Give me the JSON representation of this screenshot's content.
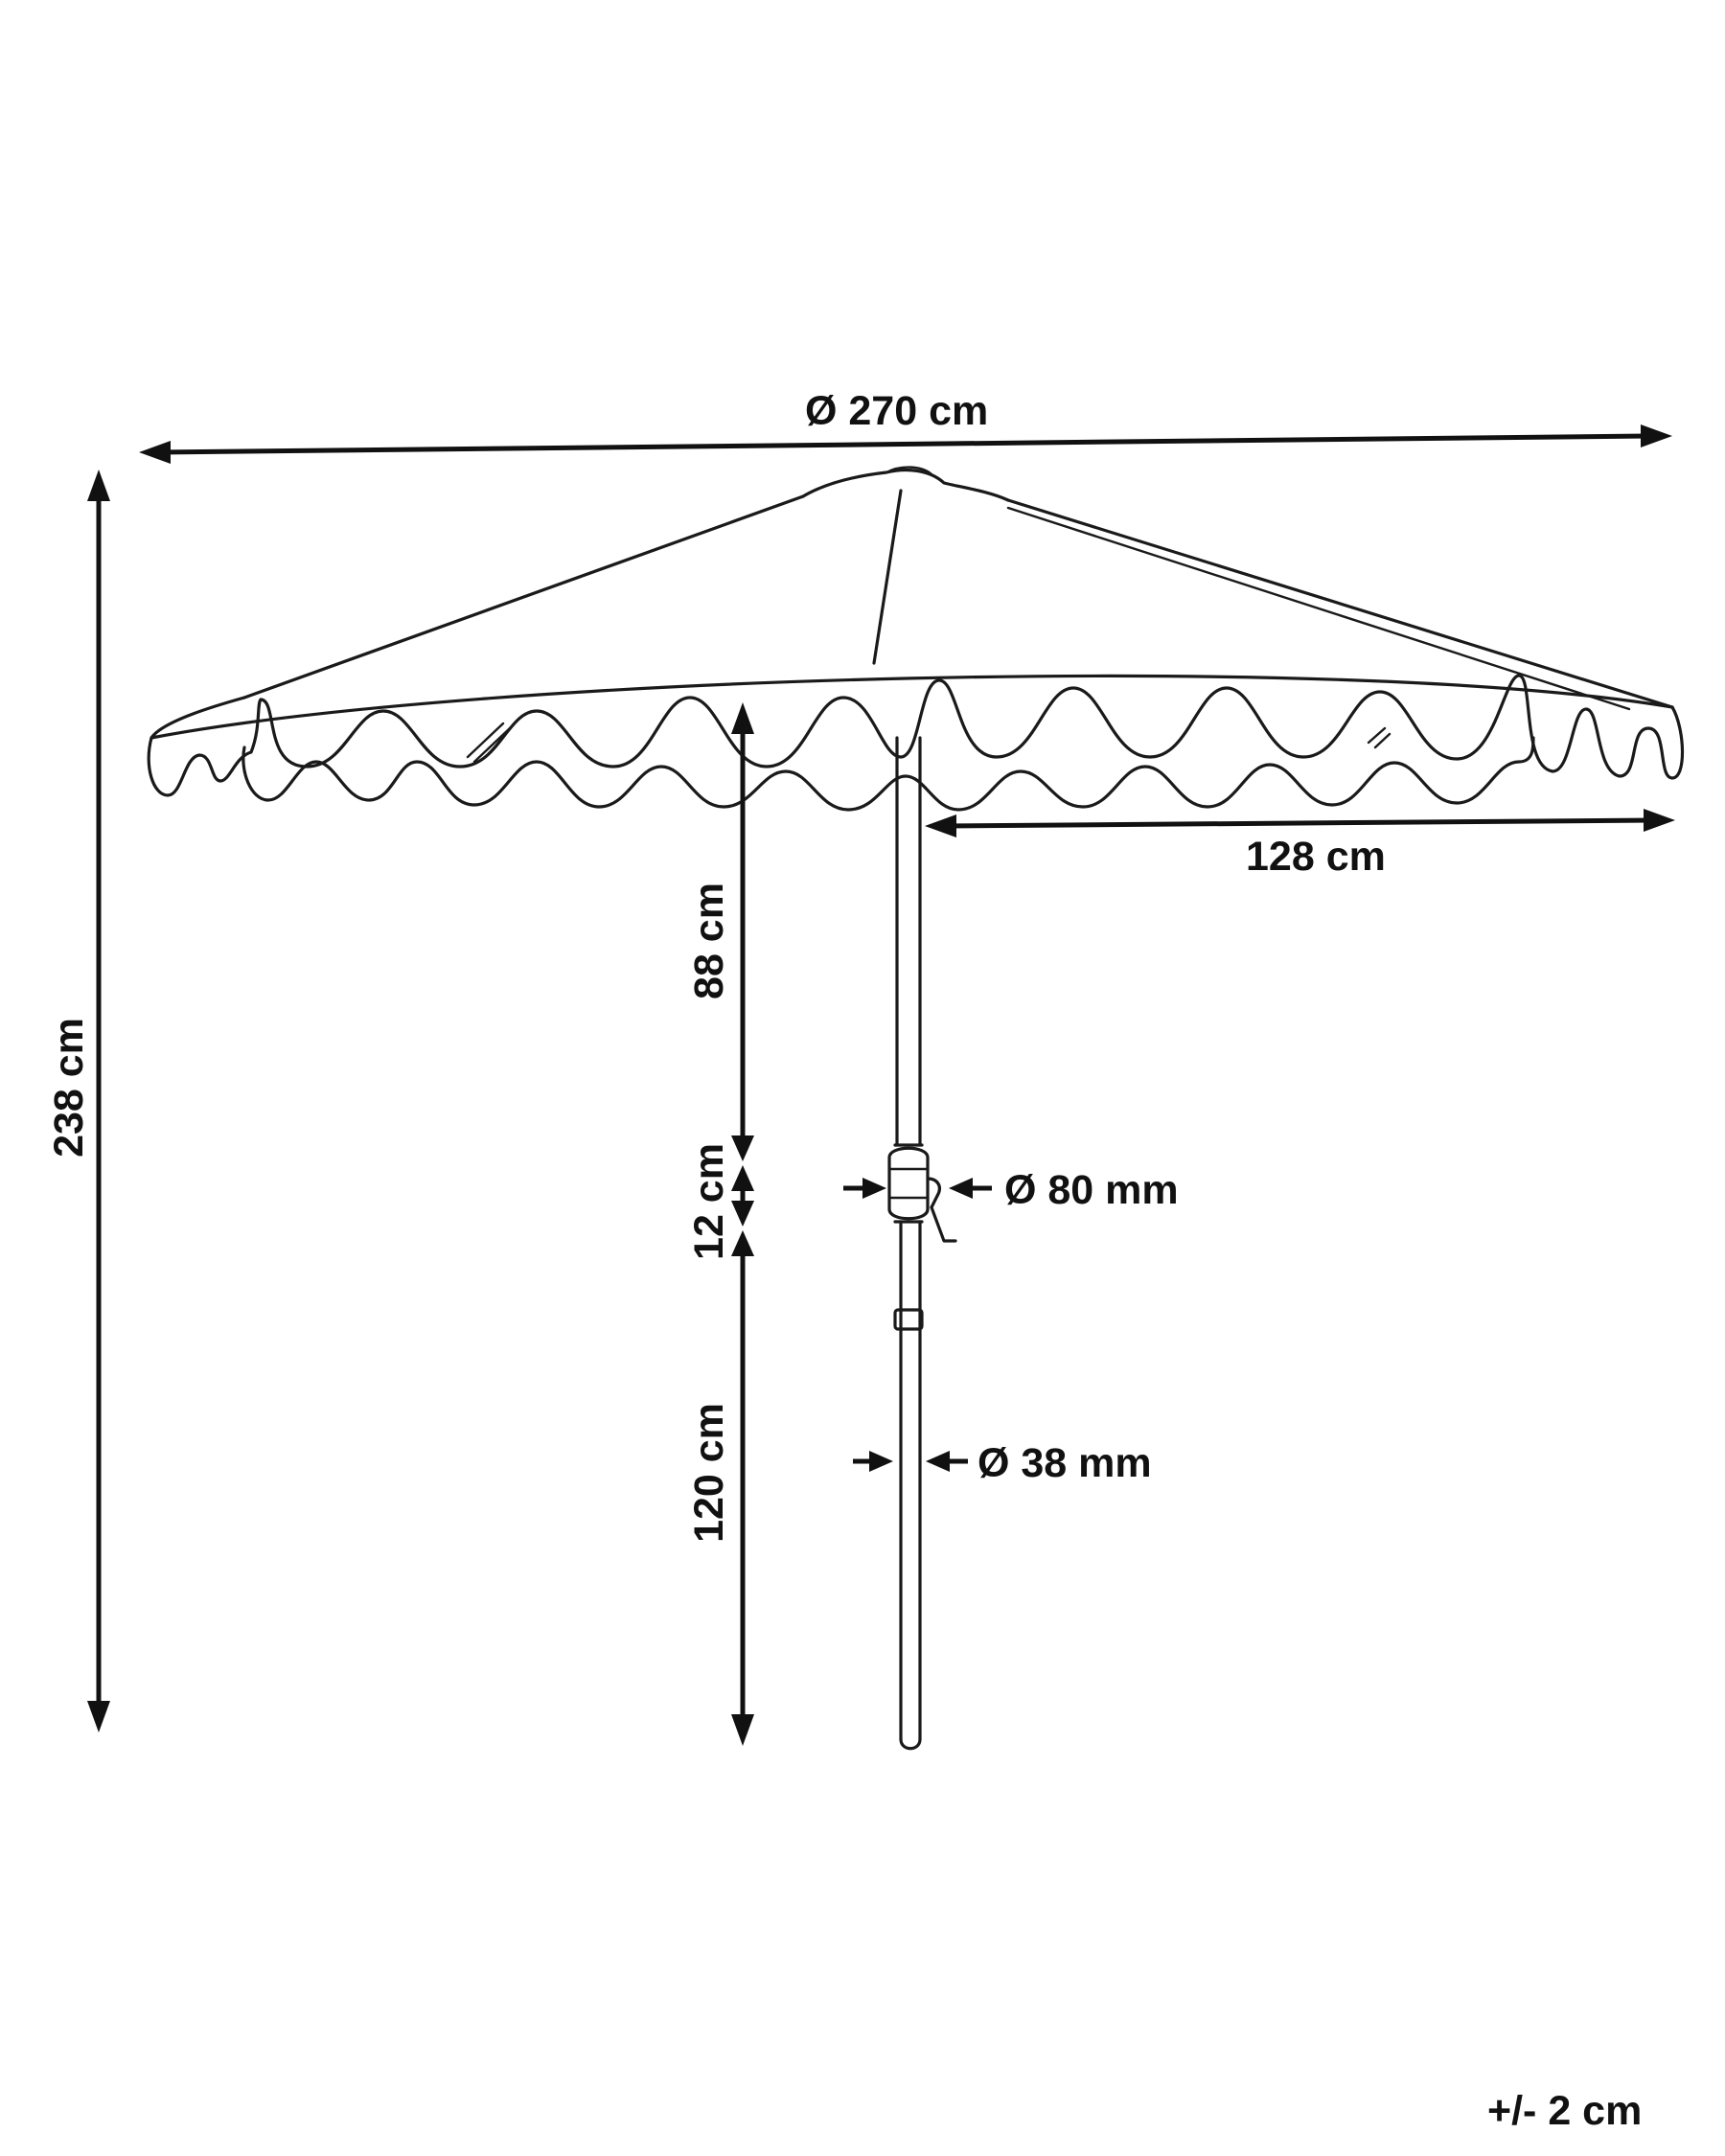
{
  "labels": {
    "canopy_diameter": "Ø 270 cm",
    "total_height": "238 cm",
    "half_width": "128 cm",
    "upper_pole": "88 cm",
    "crank_section": "12 cm",
    "lower_pole": "120 cm",
    "crank_diameter": "Ø 80 mm",
    "pole_diameter": "Ø 38 mm",
    "tolerance": "+/- 2 cm"
  },
  "colors": {
    "line": "#1a1a1a",
    "background": "#ffffff"
  }
}
